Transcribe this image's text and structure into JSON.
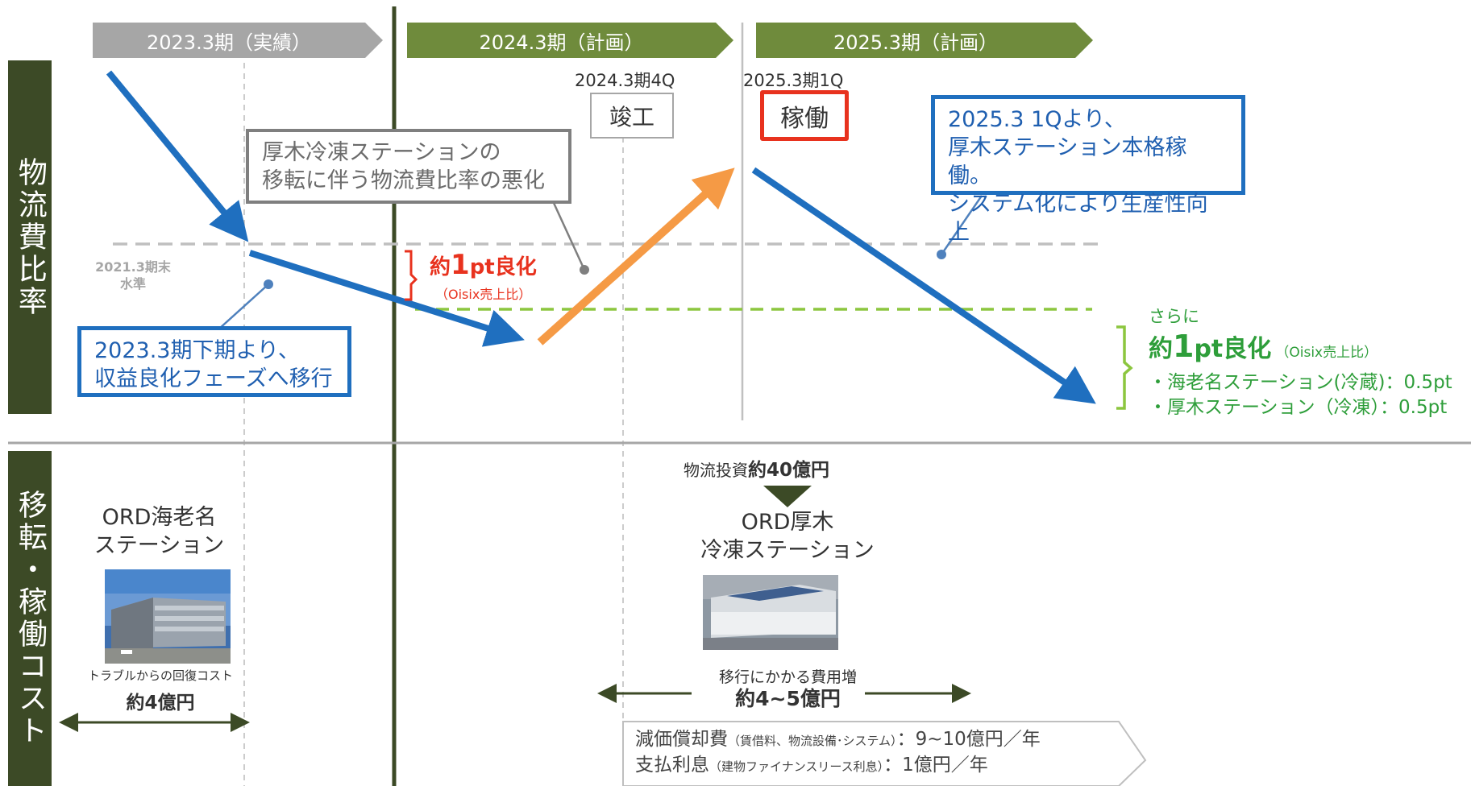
{
  "side_labels": {
    "top": "物流費比率",
    "bottom": "移転・稼働コスト"
  },
  "periods": [
    {
      "label": "2023.3期（実績）",
      "color": "#a6a6a6"
    },
    {
      "label": "2024.3期（計画）",
      "color": "#6f8b3c"
    },
    {
      "label": "2025.3期（計画）",
      "color": "#6f8b3c"
    }
  ],
  "milestones": {
    "q4_label": "2024.3期4Q",
    "q4_box": "竣工",
    "q1_label": "2025.3期1Q",
    "q1_box": "稼働"
  },
  "callouts": {
    "atsugi_move_line1": "厚木冷凍ステーションの",
    "atsugi_move_line2": "移転に伴う物流費比率の悪化",
    "from_2025_line1": "2025.3 1Qより、",
    "from_2025_line2": "厚木ステーション本格稼働。",
    "from_2025_line3": "システム化により生産性向上",
    "h2_line1": "2023.3期下期より、",
    "h2_line2": "収益良化フェーズへ移行"
  },
  "baseline": {
    "line1": "2021.3期末",
    "line2": "水準"
  },
  "improve1": {
    "prefix": "約",
    "num": "1",
    "suffix": "pt良化",
    "note": "（Oisix売上比）"
  },
  "improve2": {
    "sarani": "さらに",
    "prefix": "約",
    "num": "1",
    "suffix": "pt良化",
    "note": "（Oisix売上比）",
    "item1": "・海老名ステーション(冷蔵)：0.5pt",
    "item2": "・厚木ステーション（冷凍）：0.5pt"
  },
  "ebina": {
    "title_line1": "ORD海老名",
    "title_line2": "ステーション",
    "cost_note": "トラブルからの回復コスト",
    "cost_value": "約4億円"
  },
  "atsugi": {
    "invest_prefix": "物流投資",
    "invest_value": "約40億円",
    "title_line1": "ORD厚木",
    "title_line2": "冷凍ステーション",
    "cost_note": "移行にかかる費用増",
    "cost_value": "約4~5億円"
  },
  "depreciation": {
    "line1_main": "減価償却費",
    "line1_sub": "（賃借料、物流設備･システム）",
    "line1_value": "：9~10億円／年",
    "line2_main": "支払利息",
    "line2_sub": "（建物ファイナンスリース利息）",
    "line2_value": "：1億円／年"
  },
  "colors": {
    "dark_green": "#3c4a26",
    "period_green": "#6f8b3c",
    "blue": "#1f6fbf",
    "orange": "#f59a45",
    "red": "#e8321e",
    "light_green": "#8cc63f",
    "text_green": "#2e9e3a"
  }
}
